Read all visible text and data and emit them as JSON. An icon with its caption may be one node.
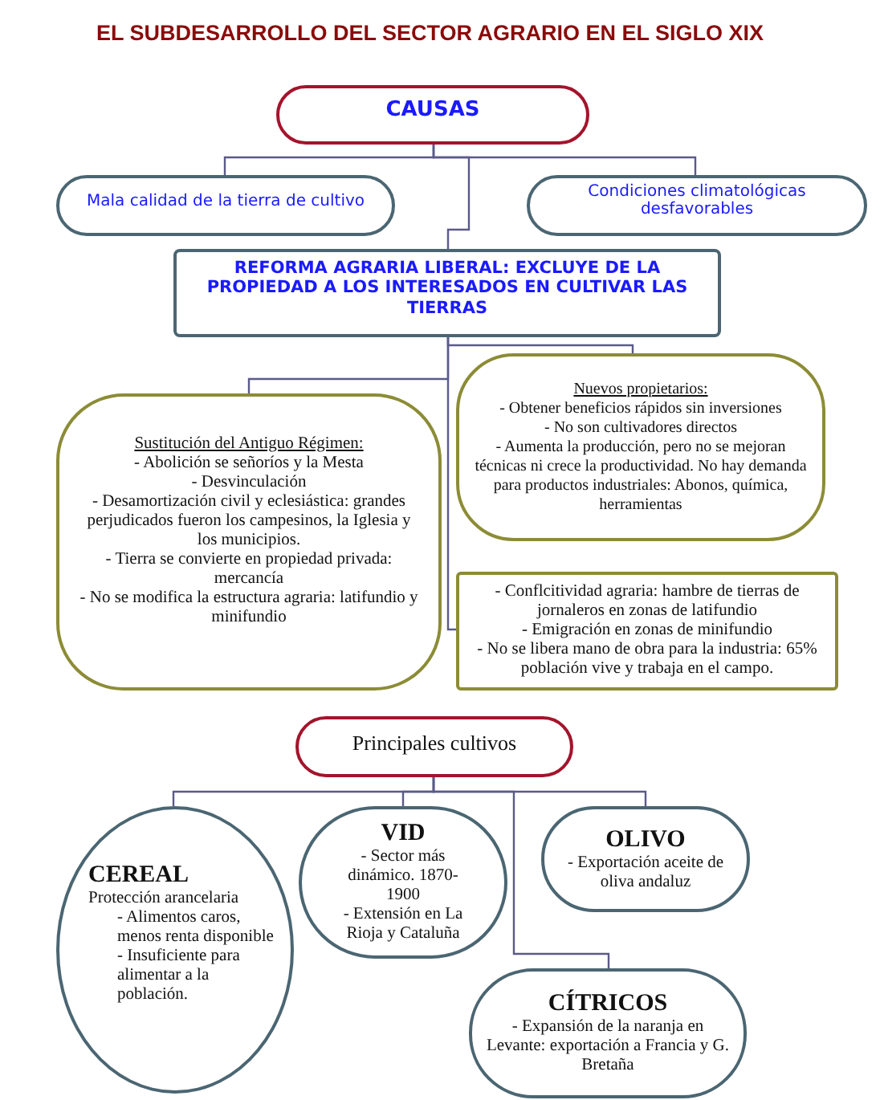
{
  "diagram": {
    "title": "EL SUBDESARROLLO DEL SECTOR AGRARIO EN EL SIGLO XIX",
    "nodes": [
      {
        "text": [
          "CAUSAS"
        ]
      },
      {
        "text": [
          "Mala calidad de la tierra  de cultivo"
        ]
      },
      {
        "text": [
          "Condiciones climatológicas desfavorables"
        ]
      },
      {
        "text": [
          "REFORMA AGRARIA LIBERAL: EXCLUYE DE LA PROPIEDAD A LOS INTERESADOS EN CULTIVAR LAS TIERRAS"
        ]
      },
      {
        "text": [
          "Sustitución del Antiguo Régimen:",
          "- Abolición se señoríos y la Mesta",
          "- Desvinculación",
          "- Desamortización civil y eclesiástica: grandes perjudicados fueron los campesinos, la Iglesia y los municipios.",
          "- Tierra se convierte en propiedad privada: mercancía",
          "- No se modifica la estructura agraria: latifundio y minifundio"
        ]
      },
      {
        "text": [
          "Nuevos propietarios:",
          "- Obtener beneficios rápidos sin inversiones",
          "- No son cultivadores directos",
          "- Aumenta la producción, pero no se mejoran técnicas ni crece la productividad. No hay demanda para productos industriales: Abonos, química, herramientas"
        ]
      },
      {
        "text": [
          "- Conflcitividad agraria: hambre de tierras de jornaleros en zonas de latifundio",
          "- Emigración en zonas de minifundio",
          "- No se libera mano de obra para la industria: 65% población vive y trabaja en el campo."
        ]
      },
      {
        "text": [
          "Principales cultivos"
        ]
      },
      {
        "text": [
          "CEREAL",
          "Protección arancelaria",
          "- Alimentos caros, menos renta disponible",
          "- Insuficiente para alimentar a la población."
        ]
      },
      {
        "text": [
          "VID",
          "- Sector más dinámico. 1870-1900",
          "- Extensión en La Rioja y Cataluña"
        ]
      },
      {
        "text": [
          "OLIVO",
          "- Exportación aceite de oliva andaluz"
        ]
      },
      {
        "text": [
          "CÍTRICOS",
          "- Expansión de la naranja en Levante: exportación a Francia y G. Bretaña"
        ]
      }
    ],
    "edges": [
      {
        "from": 0,
        "to": 1,
        "arrow": "none"
      },
      {
        "from": 0,
        "to": 2,
        "arrow": "none"
      },
      {
        "from": 0,
        "to": 3,
        "arrow": "none"
      },
      {
        "from": 3,
        "to": 4,
        "arrow": "none"
      },
      {
        "from": 3,
        "to": 5,
        "arrow": "none"
      },
      {
        "from": 3,
        "to": 6,
        "arrow": "none"
      },
      {
        "from": 7,
        "to": 8,
        "arrow": "none"
      },
      {
        "from": 7,
        "to": 9,
        "arrow": "none"
      },
      {
        "from": 7,
        "to": 10,
        "arrow": "none"
      },
      {
        "from": 7,
        "to": 11,
        "arrow": "none"
      }
    ]
  }
}
